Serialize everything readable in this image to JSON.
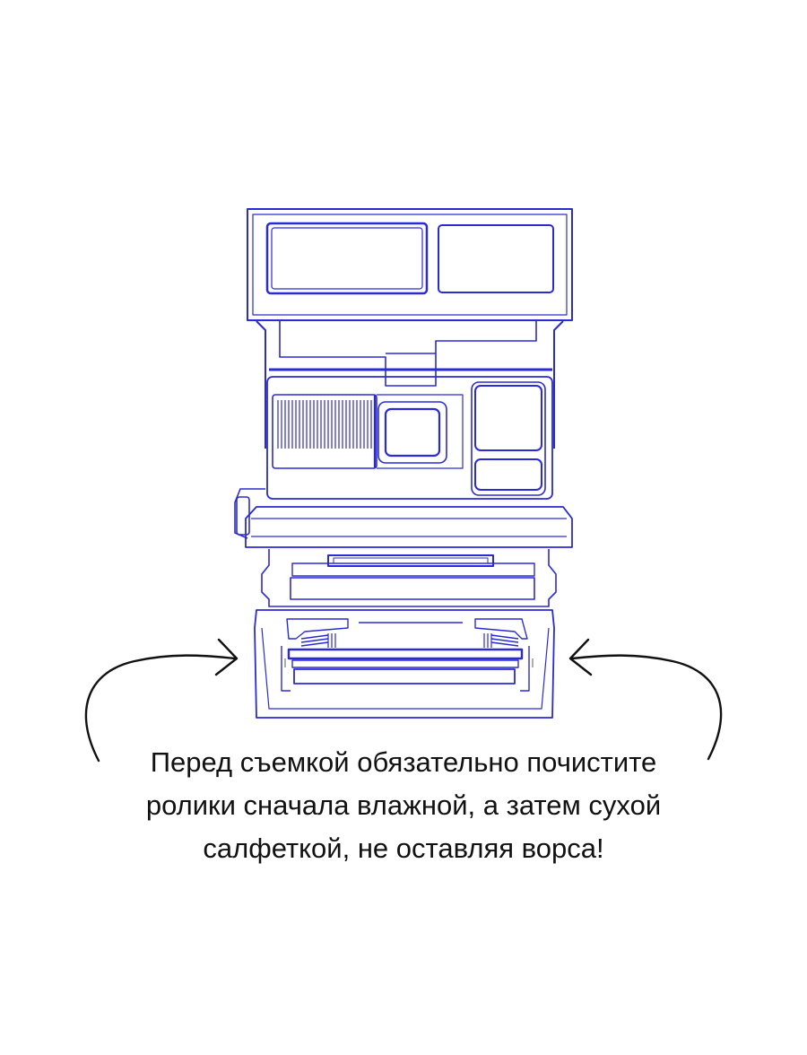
{
  "colors": {
    "line_art": "#2a2ad6",
    "arrow": "#111111",
    "text": "#111111",
    "background": "#ffffff"
  },
  "icons": {
    "main": "instant-camera-icon",
    "left_arrow": "curved-arrow-right-icon",
    "right_arrow": "curved-arrow-left-icon"
  },
  "caption": {
    "lines": [
      "Перед съемкой обязательно почистите",
      "ролики сначала влажной, а затем сухой",
      "салфеткой, не оставляя ворса!"
    ]
  }
}
